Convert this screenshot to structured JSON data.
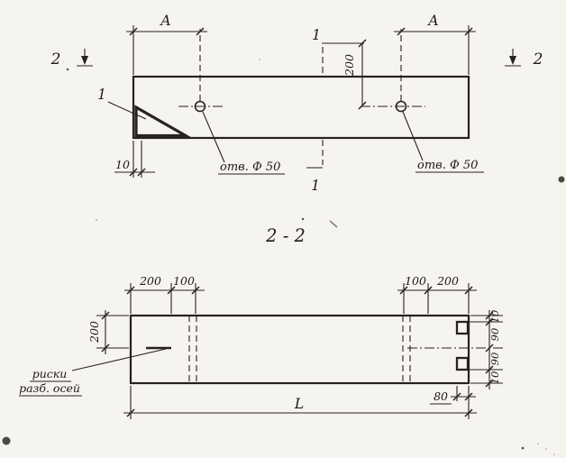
{
  "drawing": {
    "ink_color": "#26221d",
    "paper_color": "#f6f4ef",
    "plan_view": {
      "dim_A_left": "A",
      "dim_A_right": "A",
      "mark_2_left": "2",
      "mark_2_right": "2",
      "mark_1_top": "1",
      "mark_1_bottom": "1",
      "corner_callout": "1",
      "dim_hole_offset": "200",
      "dim_end_offset": "10",
      "hole_label_left": "отв. Ф 50",
      "hole_label_right": "отв. Ф 50"
    },
    "section_view": {
      "title": "2 - 2",
      "dim_top_left_200": "200",
      "dim_top_left_100": "100",
      "dim_top_right_100": "100",
      "dim_top_right_200": "200",
      "dim_left_200": "200",
      "dim_right_top_10": "10",
      "dim_right_top_90": "90",
      "dim_right_bottom_90": "90",
      "dim_right_bottom_10": "10",
      "dim_groove_80": "80",
      "dim_length_L": "L",
      "note_line1": "риски",
      "note_line2": "разб. осей"
    }
  }
}
